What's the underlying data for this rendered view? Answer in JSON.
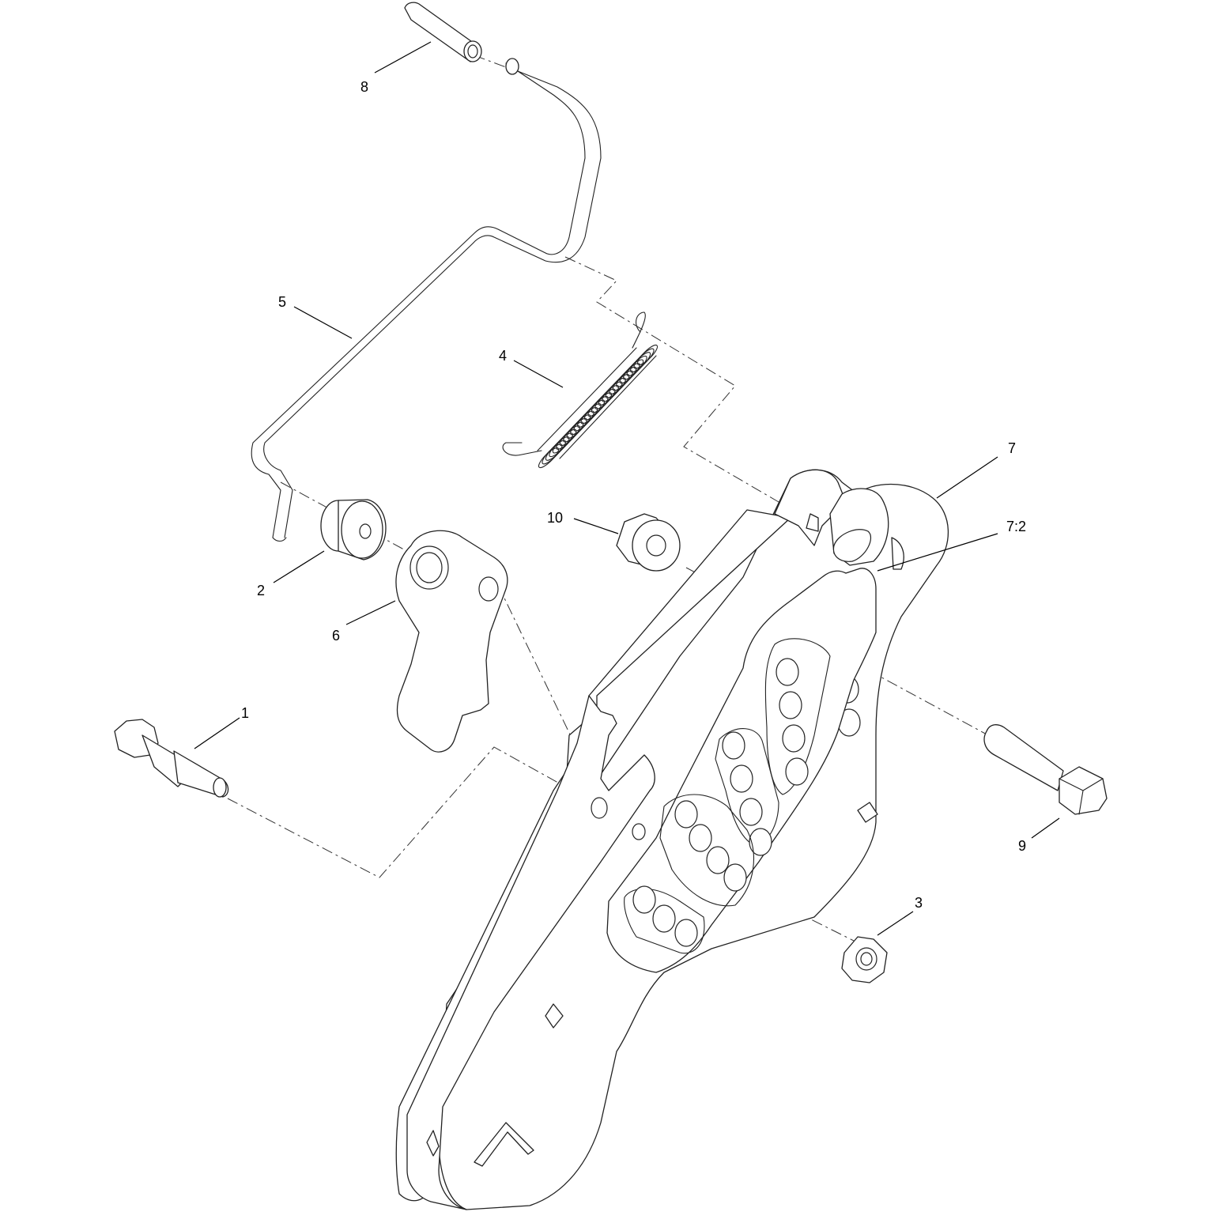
{
  "callouts": [
    {
      "id": "part-1",
      "label": "1"
    },
    {
      "id": "part-2",
      "label": "2"
    },
    {
      "id": "part-3",
      "label": "3"
    },
    {
      "id": "part-4",
      "label": "4"
    },
    {
      "id": "part-5",
      "label": "5"
    },
    {
      "id": "part-6",
      "label": "6"
    },
    {
      "id": "part-7",
      "label": "7"
    },
    {
      "id": "part-7-2",
      "label": "7:2"
    },
    {
      "id": "part-8",
      "label": "8"
    },
    {
      "id": "part-9",
      "label": "9"
    },
    {
      "id": "part-10",
      "label": "10"
    }
  ]
}
